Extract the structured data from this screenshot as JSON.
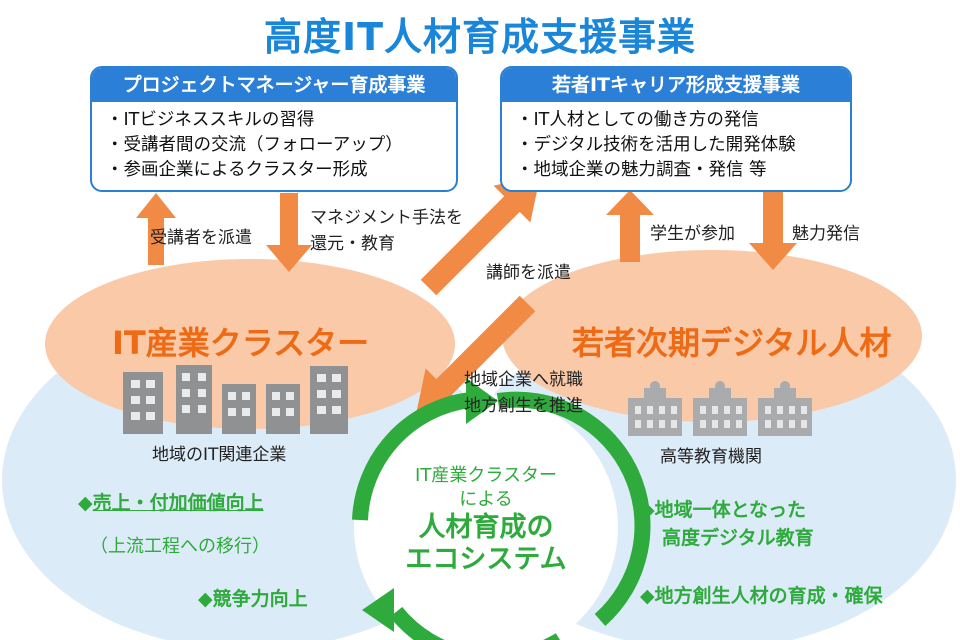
{
  "title": "高度IT人材育成支援事業",
  "left_program": {
    "heading": "プロジェクトマネージャー育成事業",
    "items": [
      "・ITビジネススキルの習得",
      "・受講者間の交流（フォローアップ）",
      "・参画企業によるクラスター形成"
    ]
  },
  "right_program": {
    "heading": "若者ITキャリア形成支援事業",
    "items": [
      "・IT人材としての働き方の発信",
      "・デジタル技術を活用した開発体験",
      "・地域企業の魅力調査・発信 等"
    ]
  },
  "flows": {
    "dispatch_trainees": "受講者を派遣",
    "return_methods_1": "マネジメント手法を",
    "return_methods_2": "還元・教育",
    "dispatch_lecturers": "講師を派遣",
    "students_join": "学生が参加",
    "promote_appeal": "魅力発信",
    "employment_1": "地域企業へ就職",
    "employment_2": "地方創生を推進"
  },
  "left_cluster": {
    "title": "IT産業クラスター",
    "caption": "地域のIT関連企業"
  },
  "right_cluster": {
    "title": "若者次期デジタル人材",
    "caption": "高等教育機関"
  },
  "ecosystem": {
    "line1": "IT産業クラスター",
    "line2": "による",
    "line3": "人材育成の",
    "line4": "エコシステム"
  },
  "benefits_left": {
    "item1_marker": "◆",
    "item1": "売上・付加価値向上",
    "item1_note": "（上流工程への移行）",
    "item2": "◆競争力向上"
  },
  "benefits_right": {
    "item1_line1": "◆地域一体となった",
    "item1_line2": "高度デジタル教育",
    "item2": "◆地方創生人材の育成・確保"
  },
  "colors": {
    "title_blue": "#1a86d9",
    "box_blue": "#2b7fd6",
    "orange": "#ee6a14",
    "arrow_orange": "#f08a45",
    "green": "#2faa3c",
    "light_blue_bg": "#dcebf8",
    "peach": "#f9c9a8"
  }
}
